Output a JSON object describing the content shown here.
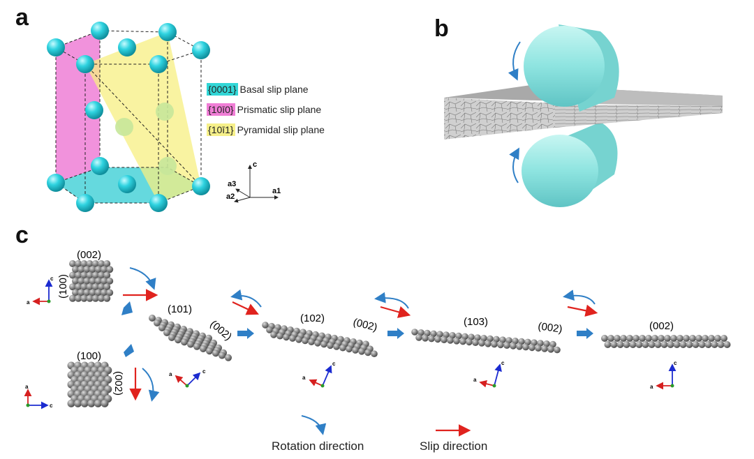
{
  "panels": {
    "a": "a",
    "b": "b",
    "c": "c"
  },
  "legend": [
    {
      "index": "{0001}",
      "label": "Basal slip plane",
      "color": "#32d6d6"
    },
    {
      "index": "{10ī0}",
      "label": "Prismatic slip plane",
      "color": "#f07ed6"
    },
    {
      "index": "{10ī1}",
      "label": "Pyramidal slip plane",
      "color": "#f6f08a"
    }
  ],
  "axes_a": {
    "c": "c",
    "a1": "a1",
    "a2": "a2",
    "a3": "a3"
  },
  "crystal_labels": {
    "s1_top": "(002)",
    "s1_side": "(100)",
    "s2_top": "(100)",
    "s2_side": "(002)",
    "s3_top": "(101)",
    "s3_side": "(002)",
    "s4_top": "(102)",
    "s4_side": "(002)",
    "s5_top": "(103)",
    "s5_side": "(002)",
    "s6_top": "(002)"
  },
  "frame_axes": {
    "a": "a",
    "c": "c"
  },
  "bottom_legend": {
    "rotation": "Rotation direction",
    "slip": "Slip direction"
  },
  "colors": {
    "atom_cyan": "#2fd3e0",
    "roller": "#8ee4e0",
    "arrow_blue": "#2f7fc6",
    "slip_red": "#e0231e",
    "atom_gray": "#8a8a8a"
  }
}
